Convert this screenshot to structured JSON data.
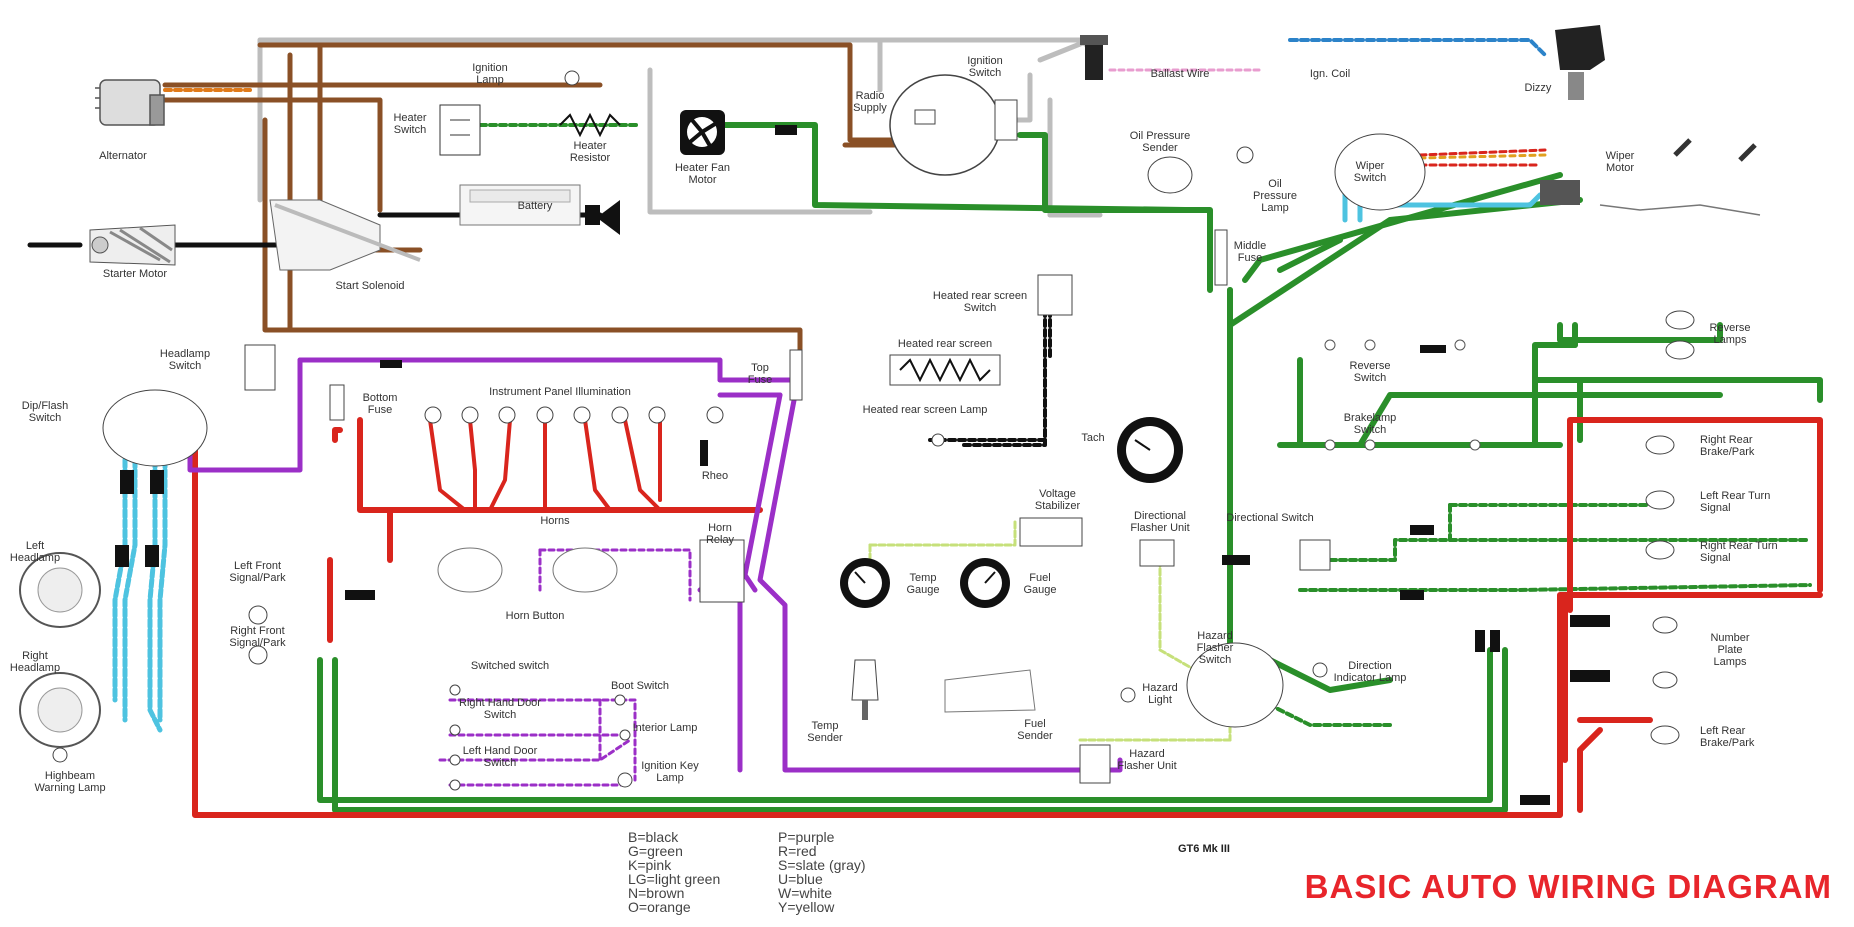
{
  "title": "BASIC AUTO WIRING DIAGRAM",
  "model": "GT6 Mk III",
  "legend": {
    "col1": [
      "B=black",
      "G=green",
      "K=pink",
      "LG=light green",
      "N=brown",
      "O=orange"
    ],
    "col2": [
      "P=purple",
      "R=red",
      "S=slate (gray)",
      "U=blue",
      "W=white",
      "Y=yellow"
    ]
  },
  "components": {
    "alternator": "Alternator",
    "starter_motor": "Starter Motor",
    "start_solenoid": "Start Solenoid",
    "ignition_lamp": "Ignition Lamp",
    "heater_switch": "Heater Switch",
    "heater_resistor": "Heater Resistor",
    "heater_fan_motor": "Heater Fan Motor",
    "radio_supply": "Radio Supply",
    "ignition_switch": "Ignition Switch",
    "ballast_wire": "Ballast Wire",
    "ign_coil": "Ign. Coil",
    "distributor": "Dizzy",
    "battery": "Battery",
    "oil_pressure_sender": "Oil Pressure Sender",
    "oil_pressure_lamp": "Oil Pressure Lamp",
    "middle_fuse": "Middle Fuse",
    "wiper_switch": "Wiper Switch",
    "wiper_motor": "Wiper Motor",
    "heated_rear_screen_switch": "Heated rear screen Switch",
    "heated_rear_screen": "Heated rear screen",
    "heated_rear_screen_lamp": "Heated rear screen Lamp",
    "tach": "Tach",
    "headlamp_switch": "Headlamp Switch",
    "dip_flash_switch": "Dip/Flash Switch",
    "top_fuse": "Top Fuse",
    "bottom_fuse": "Bottom Fuse",
    "instrument_panel_illumination": "Instrument Panel Illumination",
    "rheostat": "Rheo",
    "horns": "Horns",
    "horn_relay": "Horn Relay",
    "horn_button": "Horn Button",
    "left_headlamp": "Left Headlamp",
    "right_headlamp": "Right Headlamp",
    "highbeam_lamp": "Highbeam Warning Lamp",
    "left_front_signal": "Left Front Signal/Park",
    "right_front_signal": "Right Front Signal/Park",
    "switches_header": "Switched switch",
    "right_door_switch": "Right Hand Door Switch",
    "left_door_switch": "Left Hand Door Switch",
    "boot_switch": "Boot Switch",
    "interior_lamp": "Interior Lamp",
    "ignition_key_lamp": "Ignition Key Lamp",
    "temp_gauge": "Temp Gauge",
    "fuel_gauge": "Fuel Gauge",
    "temp_sender": "Temp Sender",
    "fuel_sender": "Fuel Sender",
    "voltage_stabilizer": "Voltage Stabilizer",
    "directional_flasher": "Directional Flasher Unit",
    "directional_switch": "Directional Switch",
    "hazard_switch": "Hazard Flasher Switch",
    "hazard_light": "Hazard Light",
    "hazard_unit": "Hazard Flasher Unit",
    "direction_lamp": "Direction Indicator Lamp",
    "reverse_switch": "Reverse Switch",
    "reverse_lamps": "Reverse Lamps",
    "brakelamp_switch": "Brakelamp Switch",
    "right_rear_brake": "Right Rear Brake/Park",
    "left_rear_turn": "Left Rear Turn Signal",
    "right_rear_turn": "Right Rear Turn Signal",
    "number_plate_lamps": "Number Plate Lamps",
    "left_rear_brake": "Left Rear Brake/Park"
  },
  "colors": {
    "red": "#d9251d",
    "green": "#2a8f2a",
    "purple": "#9b2fc7",
    "brown": "#8a5026",
    "blue": "#2c83c9",
    "light_blue": "#4ec3e0",
    "black": "#111111",
    "gray": "#b8b8b8",
    "light_green": "#c6e07a",
    "orange": "#e07a1a",
    "pink": "#e89ccf",
    "title_red": "#e8252b"
  }
}
